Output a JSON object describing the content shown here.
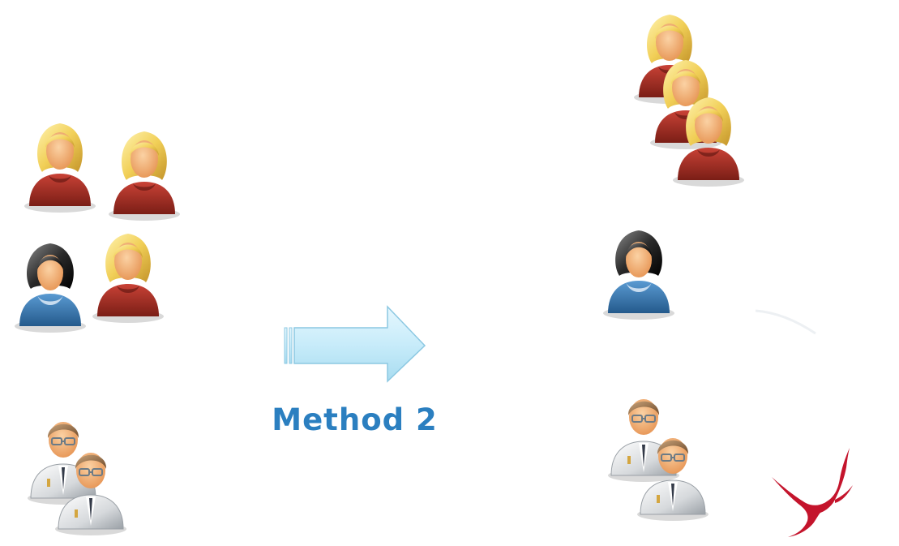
{
  "diagram": {
    "method_label": "Method 2",
    "arrow_direction": "right",
    "left_group": {
      "women": [
        {
          "hair": "blonde",
          "shirt": "red"
        },
        {
          "hair": "blonde",
          "shirt": "red"
        },
        {
          "hair": "black",
          "shirt": "blue"
        },
        {
          "hair": "blonde",
          "shirt": "red"
        }
      ],
      "men": [
        {
          "type": "scientist"
        },
        {
          "type": "scientist"
        }
      ]
    },
    "right_group": {
      "women_blonde_stack": 3,
      "women_dark": 1,
      "men_stack": 2,
      "logo": "red-bird-logo"
    }
  },
  "colors": {
    "label": "#2b7fc0",
    "arrow_fill": "#c8ecfa",
    "arrow_stroke": "#8cc8e2",
    "red_shirt": "#a52a22",
    "blue_shirt": "#3b7fb8",
    "blonde_hair": "#f0c94a",
    "skin": "#f3b27a",
    "bird": "#c4142c"
  }
}
